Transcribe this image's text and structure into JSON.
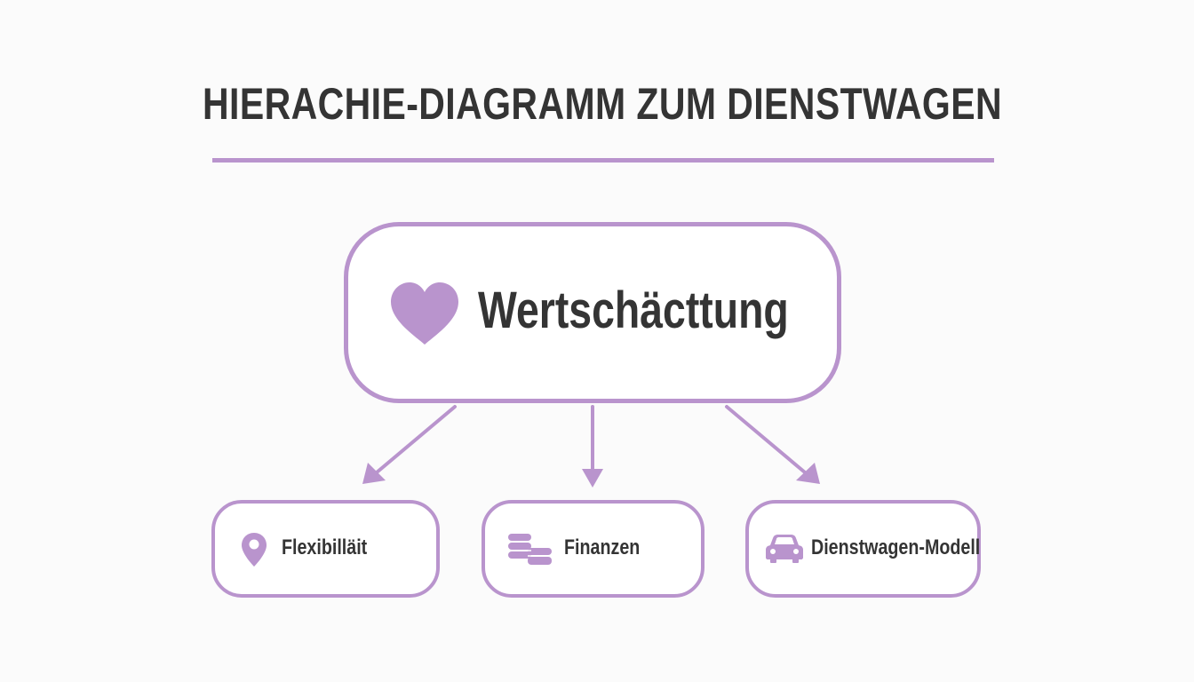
{
  "title": "HIERACHIE-DIAGRAMM ZUM DIENSTWAGEN",
  "root": {
    "label": "Wertschäcttung",
    "icon": "heart-icon"
  },
  "children": [
    {
      "label": "Flexibilläit",
      "icon": "location-pin-icon"
    },
    {
      "label": "Finanzen",
      "icon": "coins-icon"
    },
    {
      "label": "Dienstwagen-Modell",
      "icon": "car-icon"
    }
  ],
  "colors": {
    "accent": "#b994cd",
    "text": "#343434",
    "background": "#fbfbfb"
  }
}
